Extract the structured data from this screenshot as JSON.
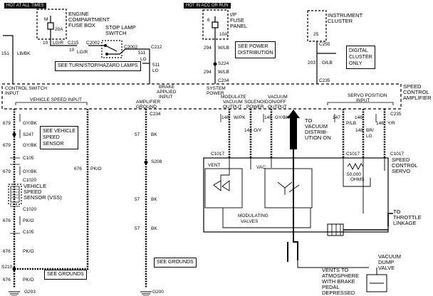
{
  "headers": {
    "hot_all_times": "HOT AT ALL TIMES",
    "hot_acc_run": "HOT IN ACC OR RUN"
  },
  "fuse_box": {
    "title_line1": "ENGINE",
    "title_line2": "COMPARTMENT",
    "title_line3": "FUSE BOX",
    "fuse_letter": "M",
    "fuse_rating": "20A"
  },
  "stop_lamp_switch": {
    "line1": "STOP LAMP",
    "line2": "SWITCH"
  },
  "ip_fuse_panel": {
    "line1": "I/P",
    "line2": "FUSE",
    "line3": "PANEL",
    "fuse_num": "6",
    "fuse_rating": "10A"
  },
  "instrument_cluster": {
    "line1": "INSTRUMENT",
    "line2": "CLUSTER",
    "pin": "25"
  },
  "notes": {
    "turn_stop": "SEE TURN/STOP/HAZARD LAMPS",
    "power_dist_line1": "SEE POWER",
    "power_dist_line2": "DISTRIBUTION",
    "digital_line1": "DIGITAL",
    "digital_line2": "CLUSTER",
    "digital_line3": "ONLY",
    "vss_line1": "SEE VEHICLE",
    "vss_line2": "SPEED",
    "vss_line3": "SENSOR",
    "grounds1": "SEE GROUNDS",
    "grounds2": "SEE GROUNDS"
  },
  "top_wires": {
    "w151": "151",
    "lbbk": "LB/BK",
    "n10a": "10",
    "lgr_a": "LG/R",
    "c215": "C215",
    "n10b": "10",
    "lgr_b": "LG/R",
    "c2002a": "C2002",
    "c2002b": "C2002",
    "c212": "C212",
    "n511a": "511",
    "lg_a": "LG",
    "n511b": "511",
    "lg_b": "LG",
    "n294a": "294",
    "wlb_a": "W/LB",
    "s224": "S224",
    "n294b": "294",
    "wlb_b": "W/LB",
    "c234a": "C234",
    "c255": "C255",
    "n203": "203",
    "olb": "O/LB",
    "c235a": "C235"
  },
  "amplifier": {
    "title_line1": "SPEED",
    "title_line2": "CONTROL",
    "title_line3": "AMPLIFIER",
    "csi_line1": "CONTROL SWITCH",
    "csi_line2": "INPUT",
    "vsi": "VEHICLE SPEED INPUT",
    "ag_line1": "AMPLIFIER",
    "ag_line2": "GROUND",
    "bai_line1": "BRAKE",
    "bai_line2": "APPLIED",
    "bai_line3": "INPUT",
    "sp_line1": "SYSTEM",
    "sp_line2": "POWER",
    "mv_line1": "MODULATE",
    "mv_line2": "VACUUM",
    "mv_line3": "OUTPUT",
    "sol_line1": "SOLENOID",
    "sol_line2": "POWER",
    "vo_line1": "VACUUM",
    "vo_line2": "ON/OFF",
    "vo_line3": "OUTPUT",
    "spi_line1": "SERVO POSITION",
    "spi_line2": "INPUT"
  },
  "left_wires": {
    "n679a": "679",
    "gybk_a": "GY/BK",
    "s247": "S247",
    "n679b": "679",
    "gybk_b": "GY/BK",
    "c105a": "C105",
    "n679c": "679",
    "gybk_c": "GY/BK",
    "c1020a": "C1020",
    "n676r": "676",
    "pko_r": "PK/O",
    "c1020b": "C1020",
    "n676a": "676",
    "pko_a": "PK/O",
    "c105b": "C105",
    "n676b": "676",
    "pko_b": "PK/O",
    "s210": "S210",
    "n676c": "676",
    "pko_c": "PK/O",
    "g203": "G203"
  },
  "vss": {
    "line1": "VEHICLE",
    "line2": "SPEED",
    "line3": "SENSOR (VSS)"
  },
  "ground_wire": {
    "c234": "C234",
    "n57a": "57",
    "bk_a": "BK",
    "s208": "S208",
    "n57b": "57",
    "bk_b": "BK",
    "n57c": "57",
    "bk_c": "BK",
    "g200": "G200"
  },
  "servo_wires": {
    "n146a": "146",
    "wpk": "W/PK",
    "n144": "144",
    "oy": "O/Y",
    "n145": "145",
    "gybk": "GY/BK",
    "n147": "147",
    "plb": "P/LB",
    "n146b": "146",
    "n148": "148",
    "y_r": "Y/R",
    "c235": "C235",
    "brlg_line1": "BR/",
    "brlg_line2": "LG",
    "n146c": "146",
    "c1017a": "C1017",
    "c1017b": "C1017",
    "c1017c": "C1017"
  },
  "servo": {
    "to_vac_line1": "TO",
    "to_vac_line2": "VACUUM",
    "to_vac_line3": "DISTRIB-",
    "to_vac_line4": "UTION ON",
    "title_line1": "SPEED",
    "title_line2": "CONTROL",
    "title_line3": "SERVO",
    "vent": "VENT",
    "vac": "VAC",
    "resist_line1": "50,000",
    "resist_line2": "OHMS",
    "mod_line1": "MODULATING",
    "mod_line2": "VALVES",
    "throttle_line1": "TO",
    "throttle_line2": "THROTTLE",
    "throttle_line3": "LINKAGE",
    "dump_line1": "VACUUM",
    "dump_line2": "DUMP",
    "dump_line3": "VALVE",
    "vents_line1": "VENTS TO",
    "vents_line2": "ATMOSPHERE",
    "vents_line3": "WITH BRAKE",
    "vents_line4": "PEDAL",
    "vents_line5": "DEPRESSED"
  }
}
